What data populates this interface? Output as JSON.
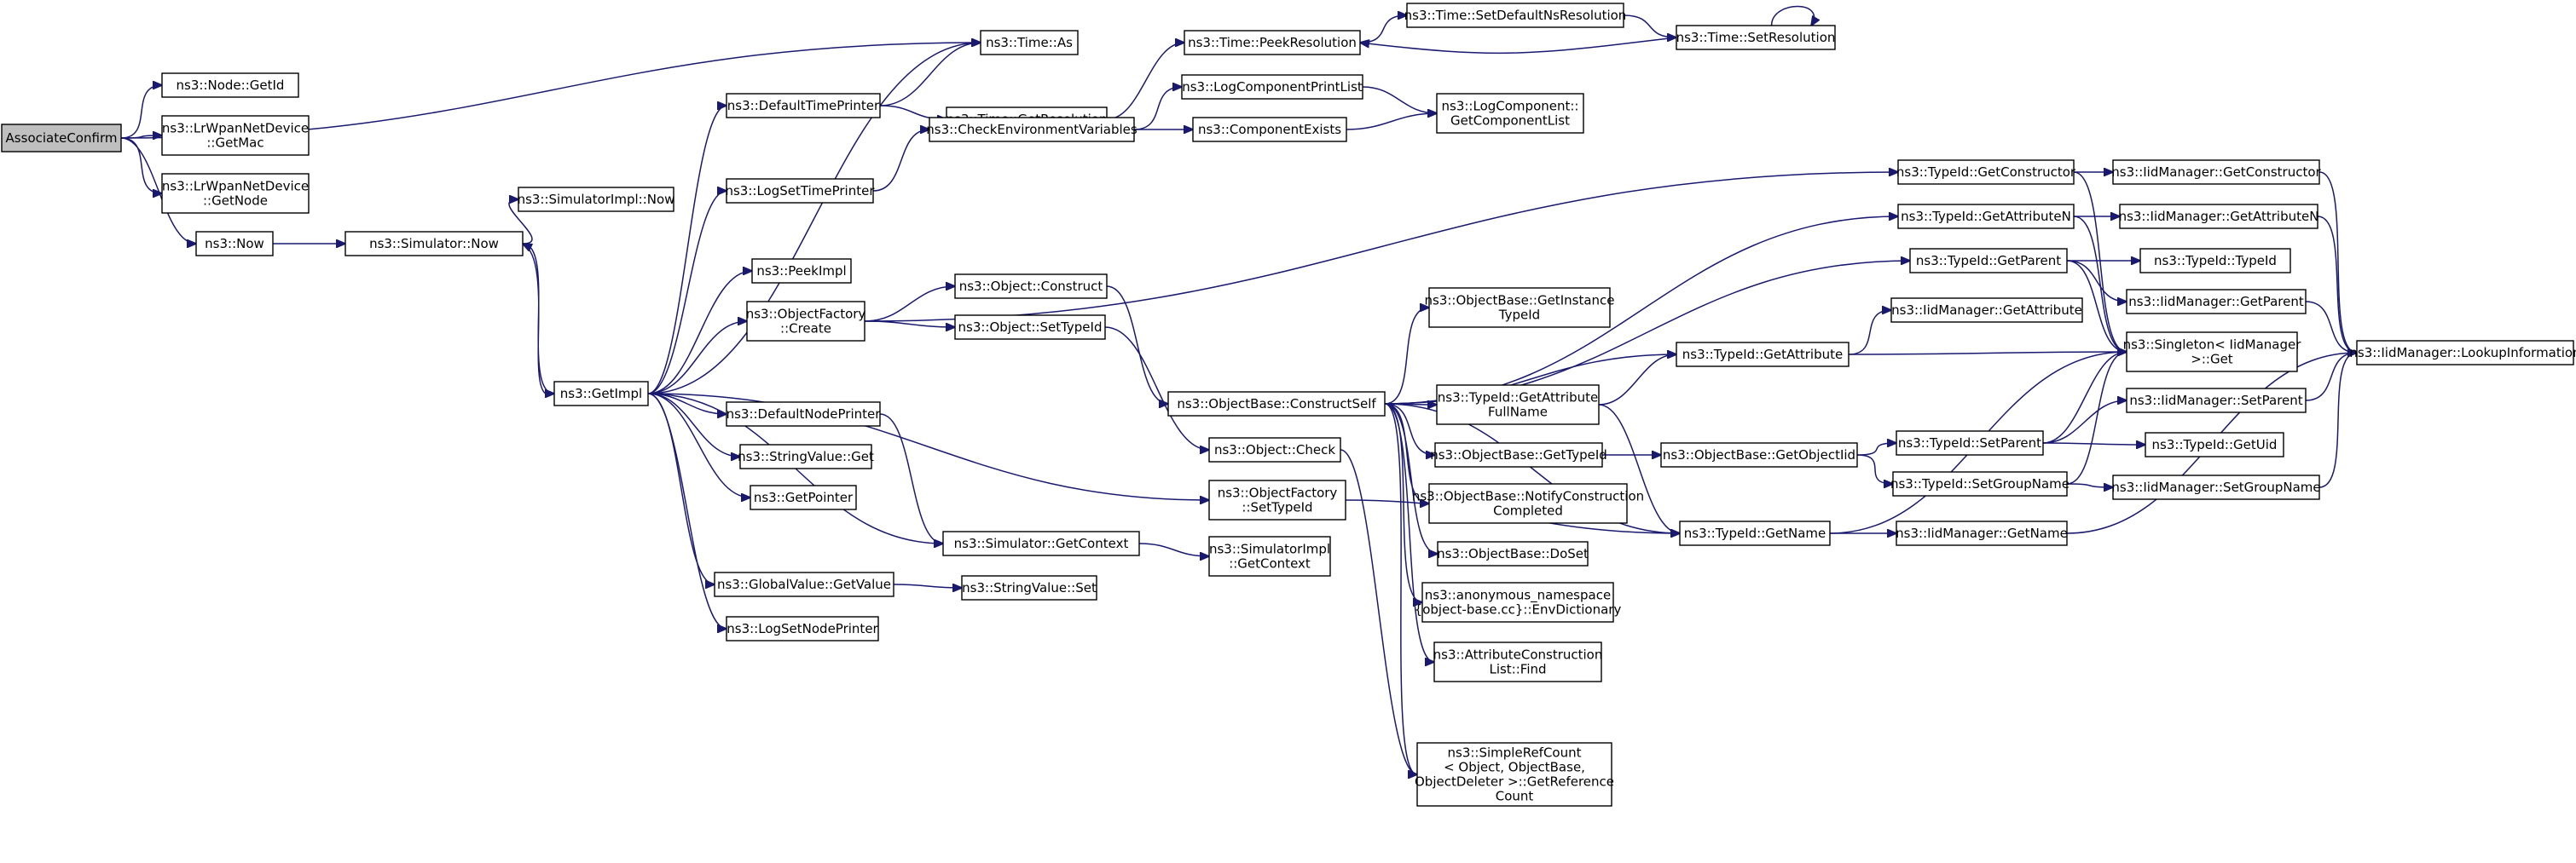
{
  "diagram": {
    "type": "call-graph",
    "root": "associateconfirm",
    "nodes": [
      {
        "id": "associateconfirm",
        "label": [
          "AssociateConfirm"
        ]
      },
      {
        "id": "node-getid",
        "label": [
          "ns3::Node::GetId"
        ]
      },
      {
        "id": "lrwpan-getmac",
        "label": [
          "ns3::LrWpanNetDevice",
          "::GetMac"
        ]
      },
      {
        "id": "lrwpan-getnode",
        "label": [
          "ns3::LrWpanNetDevice",
          "::GetNode"
        ]
      },
      {
        "id": "now",
        "label": [
          "ns3::Now"
        ]
      },
      {
        "id": "simulator-now",
        "label": [
          "ns3::Simulator::Now"
        ]
      },
      {
        "id": "simulatorimpl-now",
        "label": [
          "ns3::SimulatorImpl::Now"
        ]
      },
      {
        "id": "getimpl",
        "label": [
          "ns3::GetImpl"
        ]
      },
      {
        "id": "defaulttimeprinter",
        "label": [
          "ns3::DefaultTimePrinter"
        ]
      },
      {
        "id": "logsettimeprinter",
        "label": [
          "ns3::LogSetTimePrinter"
        ]
      },
      {
        "id": "peekimpl",
        "label": [
          "ns3::PeekImpl"
        ]
      },
      {
        "id": "objectfactory-create",
        "label": [
          "ns3::ObjectFactory",
          "::Create"
        ]
      },
      {
        "id": "defaultnodeprinter",
        "label": [
          "ns3::DefaultNodePrinter"
        ]
      },
      {
        "id": "stringvalue-get",
        "label": [
          "ns3::StringValue::Get"
        ]
      },
      {
        "id": "getpointer",
        "label": [
          "ns3::GetPointer"
        ]
      },
      {
        "id": "globalvalue-getvalue",
        "label": [
          "ns3::GlobalValue::GetValue"
        ]
      },
      {
        "id": "logsetnodeprinter",
        "label": [
          "ns3::LogSetNodePrinter"
        ]
      },
      {
        "id": "time-as",
        "label": [
          "ns3::Time::As"
        ]
      },
      {
        "id": "time-getresolution",
        "label": [
          "ns3::Time::GetResolution"
        ]
      },
      {
        "id": "time-peekresolution",
        "label": [
          "ns3::Time::PeekResolution"
        ]
      },
      {
        "id": "time-setdefaultnsresolution",
        "label": [
          "ns3::Time::SetDefaultNsResolution"
        ]
      },
      {
        "id": "time-setresolution",
        "label": [
          "ns3::Time::SetResolution"
        ]
      },
      {
        "id": "checkenvironmentvariables",
        "label": [
          "ns3::CheckEnvironmentVariables"
        ]
      },
      {
        "id": "logcomponentprintlist",
        "label": [
          "ns3::LogComponentPrintList"
        ]
      },
      {
        "id": "componentexists",
        "label": [
          "ns3::ComponentExists"
        ]
      },
      {
        "id": "logcomponent-getcomponentlist",
        "label": [
          "ns3::LogComponent::",
          "GetComponentList"
        ]
      },
      {
        "id": "object-construct",
        "label": [
          "ns3::Object::Construct"
        ]
      },
      {
        "id": "object-settypeid",
        "label": [
          "ns3::Object::SetTypeId"
        ]
      },
      {
        "id": "objectbase-constructself",
        "label": [
          "ns3::ObjectBase::ConstructSelf"
        ]
      },
      {
        "id": "object-check",
        "label": [
          "ns3::Object::Check"
        ]
      },
      {
        "id": "objectfactory-settypeid",
        "label": [
          "ns3::ObjectFactory",
          "::SetTypeId"
        ]
      },
      {
        "id": "simulator-getcontext",
        "label": [
          "ns3::Simulator::GetContext"
        ]
      },
      {
        "id": "simulatorimpl-getcontext",
        "label": [
          "ns3::SimulatorImpl",
          "::GetContext"
        ]
      },
      {
        "id": "stringvalue-set",
        "label": [
          "ns3::StringValue::Set"
        ]
      },
      {
        "id": "objectbase-getinstancetypeid",
        "label": [
          "ns3::ObjectBase::GetInstance",
          "TypeId"
        ]
      },
      {
        "id": "typeid-getattributefullname",
        "label": [
          "ns3::TypeId::GetAttribute",
          "FullName"
        ]
      },
      {
        "id": "objectbase-gettypeid",
        "label": [
          "ns3::ObjectBase::GetTypeId"
        ]
      },
      {
        "id": "objectbase-notifyconstructioncompleted",
        "label": [
          "ns3::ObjectBase::NotifyConstruction",
          "Completed"
        ]
      },
      {
        "id": "objectbase-doset",
        "label": [
          "ns3::ObjectBase::DoSet"
        ]
      },
      {
        "id": "envdictionary",
        "label": [
          "ns3::anonymous_namespace",
          "{object-base.cc}::EnvDictionary"
        ]
      },
      {
        "id": "attributeconstructionlist-find",
        "label": [
          "ns3::AttributeConstruction",
          "List::Find"
        ]
      },
      {
        "id": "simplerefcount-getreferencecount",
        "label": [
          "ns3::SimpleRefCount",
          "< Object, ObjectBase,",
          "ObjectDeleter >::GetReference",
          "Count"
        ]
      },
      {
        "id": "typeid-getconstructor",
        "label": [
          "ns3::TypeId::GetConstructor"
        ]
      },
      {
        "id": "typeid-getattributen",
        "label": [
          "ns3::TypeId::GetAttributeN"
        ]
      },
      {
        "id": "typeid-getparent",
        "label": [
          "ns3::TypeId::GetParent"
        ]
      },
      {
        "id": "typeid-getattribute",
        "label": [
          "ns3::TypeId::GetAttribute"
        ]
      },
      {
        "id": "objectbase-getobjectiid",
        "label": [
          "ns3::ObjectBase::GetObjectIid"
        ]
      },
      {
        "id": "typeid-getname",
        "label": [
          "ns3::TypeId::GetName"
        ]
      },
      {
        "id": "typeid-setparent",
        "label": [
          "ns3::TypeId::SetParent"
        ]
      },
      {
        "id": "typeid-setgroupname",
        "label": [
          "ns3::TypeId::SetGroupName"
        ]
      },
      {
        "id": "iidmanager-getconstructor",
        "label": [
          "ns3::IidManager::GetConstructor"
        ]
      },
      {
        "id": "iidmanager-getattributen",
        "label": [
          "ns3::IidManager::GetAttributeN"
        ]
      },
      {
        "id": "typeid-typeid",
        "label": [
          "ns3::TypeId::TypeId"
        ]
      },
      {
        "id": "iidmanager-getparent",
        "label": [
          "ns3::IidManager::GetParent"
        ]
      },
      {
        "id": "iidmanager-getattribute",
        "label": [
          "ns3::IidManager::GetAttribute"
        ]
      },
      {
        "id": "singleton-get",
        "label": [
          "ns3::Singleton< IidManager",
          " >::Get"
        ]
      },
      {
        "id": "iidmanager-setparent",
        "label": [
          "ns3::IidManager::SetParent"
        ]
      },
      {
        "id": "typeid-getuid",
        "label": [
          "ns3::TypeId::GetUid"
        ]
      },
      {
        "id": "iidmanager-setgroupname",
        "label": [
          "ns3::IidManager::SetGroupName"
        ]
      },
      {
        "id": "iidmanager-getname",
        "label": [
          "ns3::IidManager::GetName"
        ]
      },
      {
        "id": "iidmanager-lookupinformation",
        "label": [
          "ns3::IidManager::LookupInformation"
        ]
      }
    ],
    "edges": [
      [
        "associateconfirm",
        "time-as"
      ],
      [
        "associateconfirm",
        "node-getid"
      ],
      [
        "associateconfirm",
        "lrwpan-getmac"
      ],
      [
        "associateconfirm",
        "lrwpan-getnode"
      ],
      [
        "associateconfirm",
        "now"
      ],
      [
        "now",
        "simulator-now"
      ],
      [
        "simulator-now",
        "simulatorimpl-now"
      ],
      [
        "simulator-now",
        "getimpl"
      ],
      [
        "getimpl",
        "simulator-now"
      ],
      [
        "getimpl",
        "defaulttimeprinter"
      ],
      [
        "getimpl",
        "logsettimeprinter"
      ],
      [
        "getimpl",
        "peekimpl"
      ],
      [
        "getimpl",
        "objectfactory-create"
      ],
      [
        "getimpl",
        "defaultnodeprinter"
      ],
      [
        "getimpl",
        "stringvalue-get"
      ],
      [
        "getimpl",
        "getpointer"
      ],
      [
        "getimpl",
        "globalvalue-getvalue"
      ],
      [
        "getimpl",
        "logsetnodeprinter"
      ],
      [
        "getimpl",
        "objectfactory-settypeid"
      ],
      [
        "getimpl",
        "simulator-getcontext"
      ],
      [
        "getimpl",
        "time-as"
      ],
      [
        "defaulttimeprinter",
        "time-as"
      ],
      [
        "defaulttimeprinter",
        "time-getresolution"
      ],
      [
        "time-getresolution",
        "time-peekresolution"
      ],
      [
        "time-peekresolution",
        "time-setdefaultnsresolution"
      ],
      [
        "time-setdefaultnsresolution",
        "time-setresolution"
      ],
      [
        "time-setresolution",
        "time-peekresolution"
      ],
      [
        "time-setresolution",
        "time-setresolution"
      ],
      [
        "logsettimeprinter",
        "checkenvironmentvariables"
      ],
      [
        "checkenvironmentvariables",
        "logcomponentprintlist"
      ],
      [
        "checkenvironmentvariables",
        "componentexists"
      ],
      [
        "logcomponentprintlist",
        "logcomponent-getcomponentlist"
      ],
      [
        "componentexists",
        "logcomponent-getcomponentlist"
      ],
      [
        "objectfactory-create",
        "object-construct"
      ],
      [
        "objectfactory-create",
        "object-settypeid"
      ],
      [
        "objectfactory-create",
        "typeid-getconstructor"
      ],
      [
        "object-construct",
        "objectbase-constructself"
      ],
      [
        "object-settypeid",
        "object-check"
      ],
      [
        "defaultnodeprinter",
        "simulator-getcontext"
      ],
      [
        "simulator-getcontext",
        "simulatorimpl-getcontext"
      ],
      [
        "globalvalue-getvalue",
        "stringvalue-set"
      ],
      [
        "objectfactory-settypeid",
        "typeid-getname"
      ],
      [
        "object-check",
        "simplerefcount-getreferencecount"
      ],
      [
        "objectbase-constructself",
        "objectbase-getinstancetypeid"
      ],
      [
        "objectbase-constructself",
        "typeid-getattribute"
      ],
      [
        "objectbase-constructself",
        "typeid-getattributefullname"
      ],
      [
        "objectbase-constructself",
        "objectbase-gettypeid"
      ],
      [
        "objectbase-constructself",
        "objectbase-notifyconstructioncompleted"
      ],
      [
        "objectbase-constructself",
        "objectbase-doset"
      ],
      [
        "objectbase-constructself",
        "envdictionary"
      ],
      [
        "objectbase-constructself",
        "attributeconstructionlist-find"
      ],
      [
        "objectbase-constructself",
        "simplerefcount-getreferencecount"
      ],
      [
        "objectbase-constructself",
        "typeid-getattributen"
      ],
      [
        "objectbase-constructself",
        "typeid-getparent"
      ],
      [
        "objectbase-constructself",
        "typeid-getname"
      ],
      [
        "typeid-getattributefullname",
        "typeid-getattribute"
      ],
      [
        "typeid-getattributefullname",
        "typeid-getname"
      ],
      [
        "objectbase-gettypeid",
        "objectbase-getobjectiid"
      ],
      [
        "objectbase-getobjectiid",
        "typeid-setparent"
      ],
      [
        "objectbase-getobjectiid",
        "typeid-setgroupname"
      ],
      [
        "typeid-getconstructor",
        "iidmanager-getconstructor"
      ],
      [
        "typeid-getconstructor",
        "singleton-get"
      ],
      [
        "typeid-getattributen",
        "iidmanager-getattributen"
      ],
      [
        "typeid-getattributen",
        "singleton-get"
      ],
      [
        "typeid-getparent",
        "typeid-typeid"
      ],
      [
        "typeid-getparent",
        "iidmanager-getparent"
      ],
      [
        "typeid-getparent",
        "singleton-get"
      ],
      [
        "typeid-getattribute",
        "iidmanager-getattribute"
      ],
      [
        "typeid-getattribute",
        "singleton-get"
      ],
      [
        "typeid-getname",
        "iidmanager-getname"
      ],
      [
        "typeid-getname",
        "singleton-get"
      ],
      [
        "typeid-setparent",
        "iidmanager-setparent"
      ],
      [
        "typeid-setparent",
        "typeid-getuid"
      ],
      [
        "typeid-setparent",
        "singleton-get"
      ],
      [
        "typeid-setgroupname",
        "iidmanager-setgroupname"
      ],
      [
        "typeid-setgroupname",
        "singleton-get"
      ],
      [
        "iidmanager-getconstructor",
        "iidmanager-lookupinformation"
      ],
      [
        "iidmanager-getattributen",
        "iidmanager-lookupinformation"
      ],
      [
        "iidmanager-getparent",
        "iidmanager-lookupinformation"
      ],
      [
        "iidmanager-setparent",
        "iidmanager-lookupinformation"
      ],
      [
        "iidmanager-setgroupname",
        "iidmanager-lookupinformation"
      ],
      [
        "iidmanager-getname",
        "iidmanager-lookupinformation"
      ]
    ]
  }
}
